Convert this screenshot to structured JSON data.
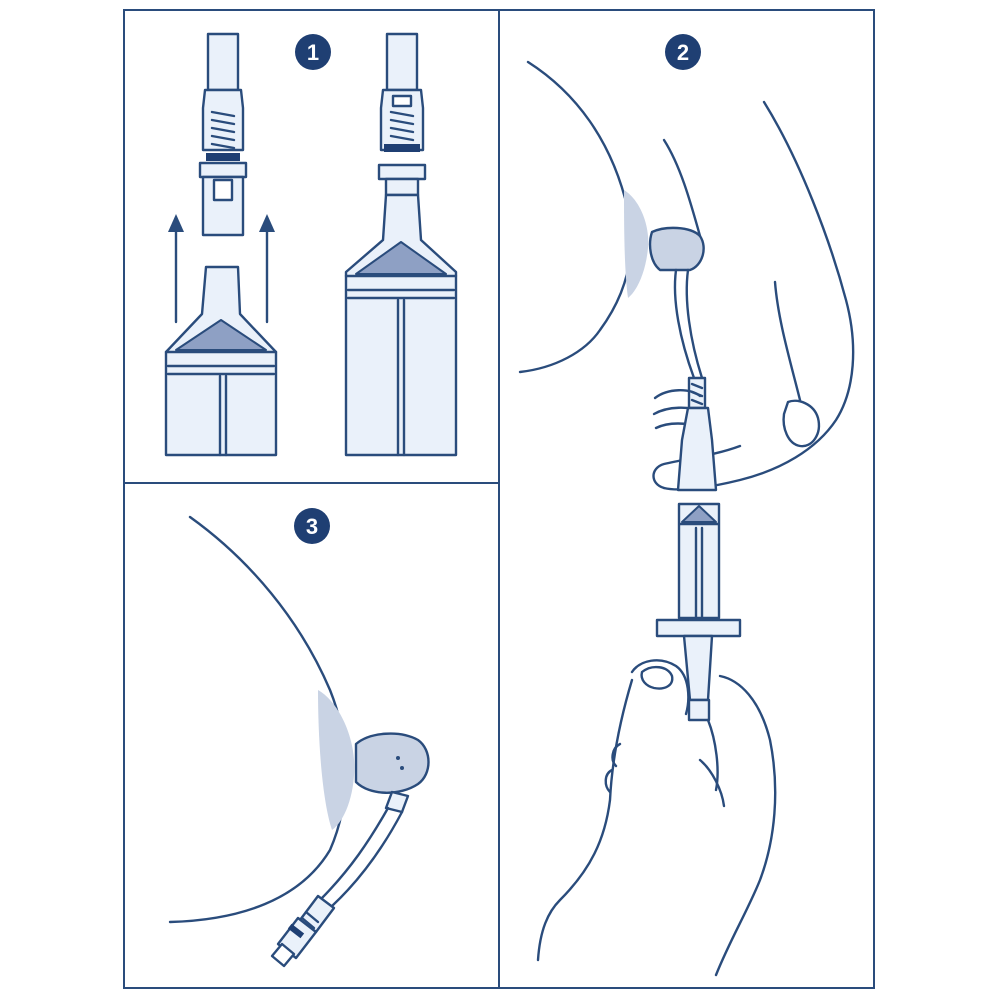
{
  "steps": [
    {
      "label": "1"
    },
    {
      "label": "2"
    },
    {
      "label": "3"
    }
  ],
  "colors": {
    "line": "#2a4c7c",
    "badge": "#1f3f73",
    "fill": "#eaf1fa",
    "tint": "#c9d3e4"
  }
}
